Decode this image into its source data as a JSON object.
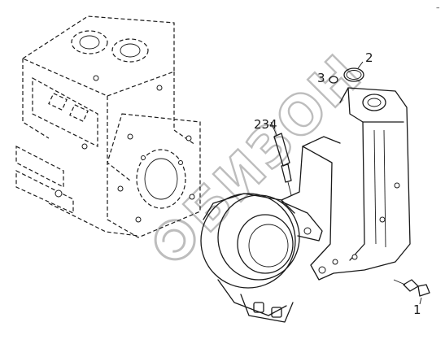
{
  "corner_mark": "–",
  "watermark": "БИЗОН",
  "callouts": [
    {
      "id": "1",
      "text": "1"
    },
    {
      "id": "2",
      "text": "2"
    },
    {
      "id": "3",
      "text": "3"
    },
    {
      "id": "234",
      "text": "234"
    }
  ],
  "colors": {
    "line": "#1a1a1a",
    "watermark": "#bdbdbd",
    "background": "#ffffff"
  }
}
